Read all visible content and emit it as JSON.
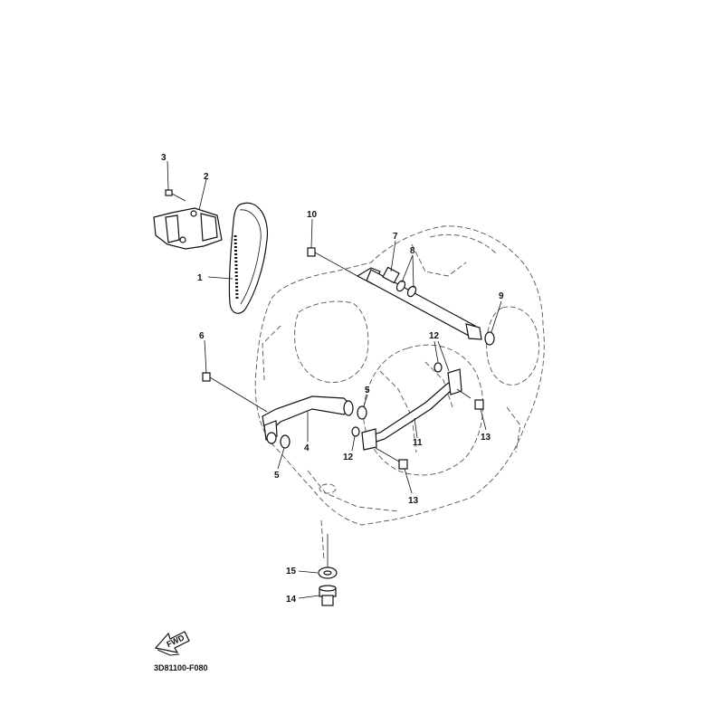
{
  "labels": [
    {
      "id": "3",
      "text": "3"
    },
    {
      "id": "2",
      "text": "2"
    },
    {
      "id": "1",
      "text": "1"
    },
    {
      "id": "10",
      "text": "10"
    },
    {
      "id": "7",
      "text": "7"
    },
    {
      "id": "8",
      "text": "8"
    },
    {
      "id": "9",
      "text": "9"
    },
    {
      "id": "6",
      "text": "6"
    },
    {
      "id": "12a",
      "text": "12"
    },
    {
      "id": "5a",
      "text": "5"
    },
    {
      "id": "4",
      "text": "4"
    },
    {
      "id": "5b",
      "text": "5"
    },
    {
      "id": "12b",
      "text": "12"
    },
    {
      "id": "11",
      "text": "11"
    },
    {
      "id": "13a",
      "text": "13"
    },
    {
      "id": "13b",
      "text": "13"
    },
    {
      "id": "15",
      "text": "15"
    },
    {
      "id": "14",
      "text": "14"
    }
  ],
  "fwd_text": "FWD",
  "diagram_code": "3D81100-F080"
}
